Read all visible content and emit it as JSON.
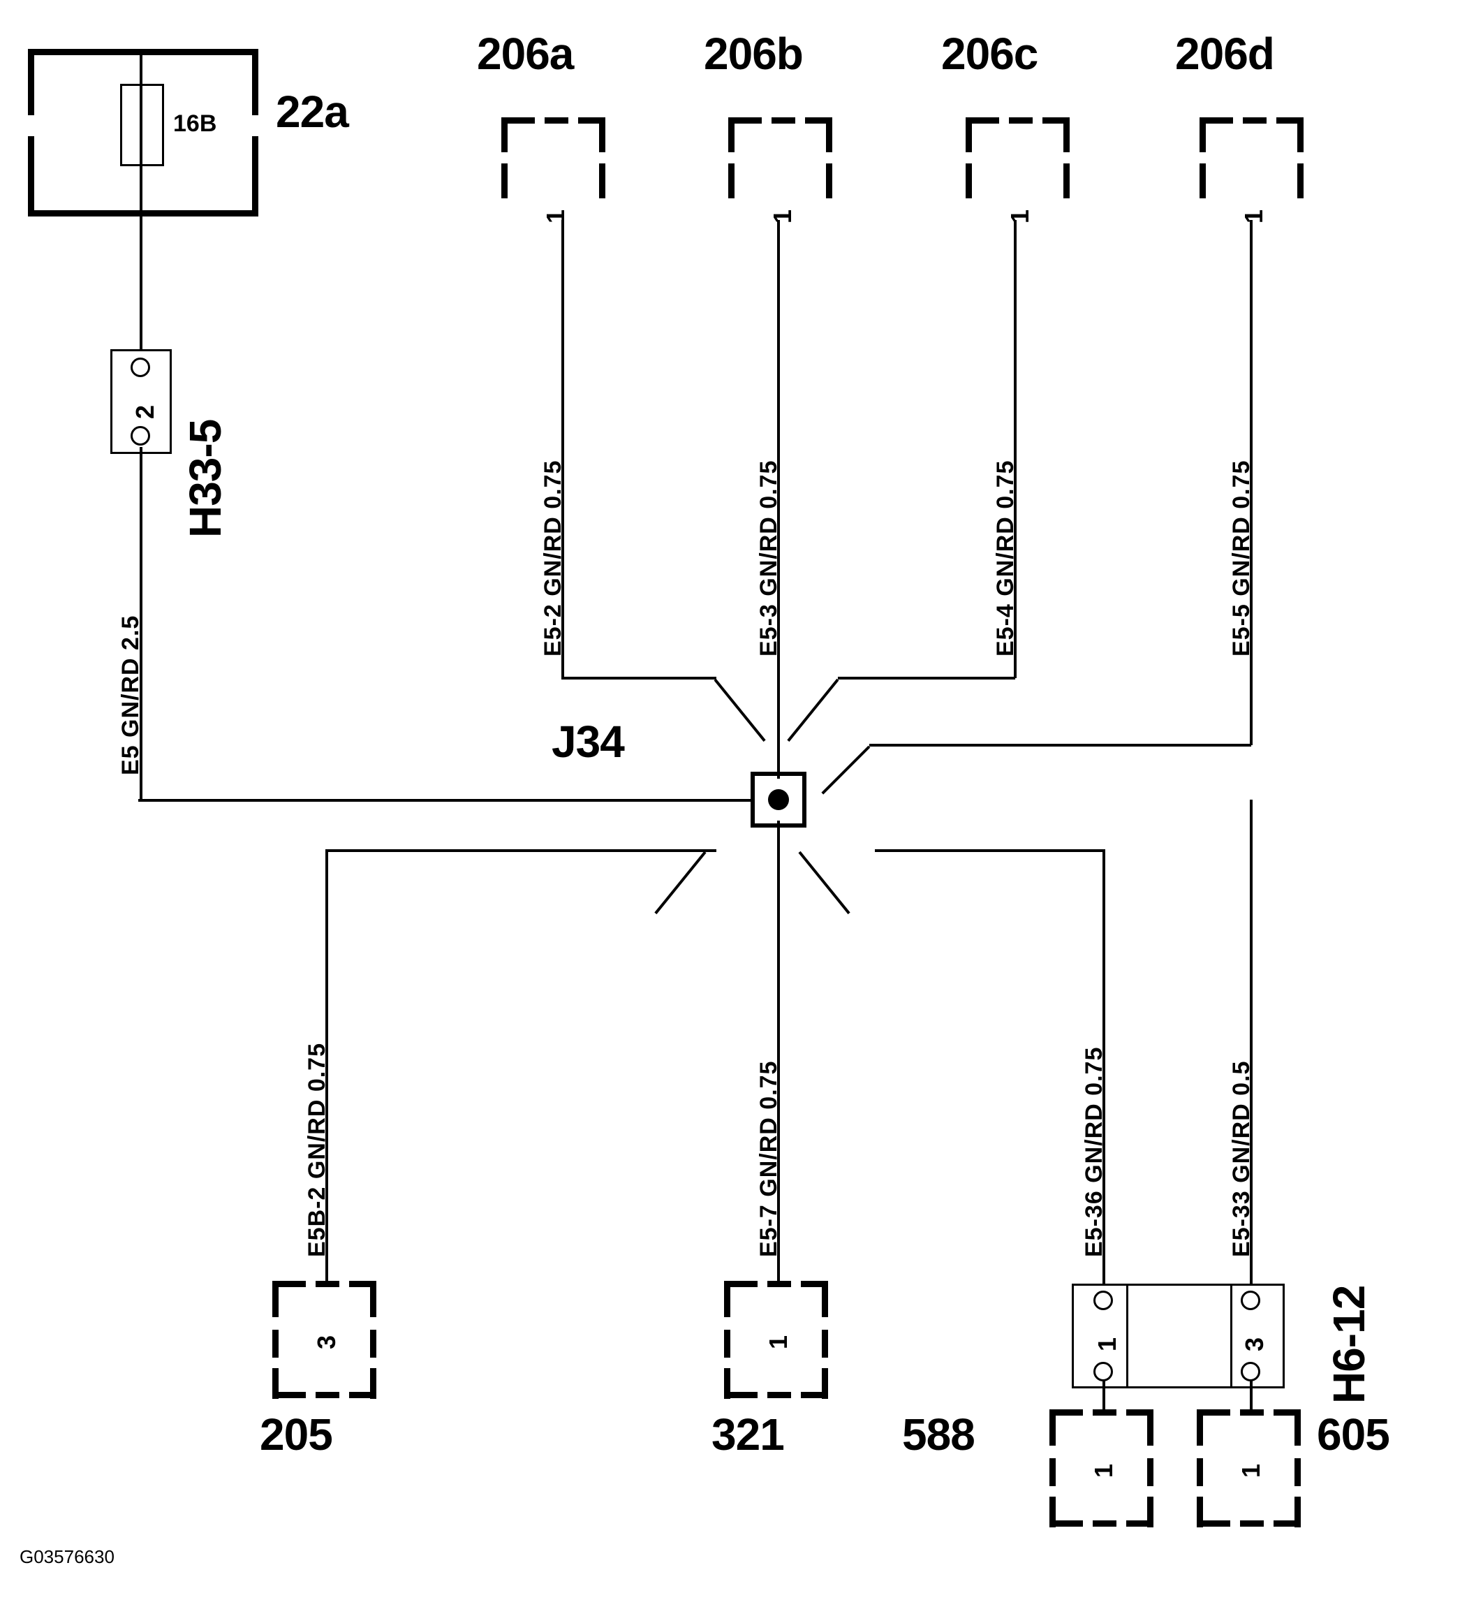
{
  "diagram": {
    "id_code": "G03576630",
    "splice": {
      "name": "J34"
    },
    "fuse_block": {
      "fuse_label": "16B",
      "block_label": "22a"
    },
    "connectors": {
      "h33_5": {
        "label": "H33-5",
        "pin": "2"
      },
      "h6_12": {
        "label": "H6-12",
        "pin_left": "1",
        "pin_right": "3"
      }
    },
    "devices": {
      "top": [
        {
          "name": "206a",
          "pin": "1"
        },
        {
          "name": "206b",
          "pin": "1"
        },
        {
          "name": "206c",
          "pin": "1"
        },
        {
          "name": "206d",
          "pin": "1"
        }
      ],
      "bottom": [
        {
          "name": "205",
          "pin": "3"
        },
        {
          "name": "321",
          "pin": "1"
        },
        {
          "name": "588",
          "pin": "1"
        },
        {
          "name": "605",
          "pin": "1"
        }
      ]
    },
    "wires": {
      "fuse_to_splice": {
        "circuit": "E5",
        "color": "GN/RD",
        "gauge": "2.5",
        "text": "E5  GN/RD  2.5"
      },
      "to_206a": {
        "circuit": "E5-2",
        "color": "GN/RD",
        "gauge": "0.75",
        "text": "E5-2  GN/RD  0.75"
      },
      "to_206b": {
        "circuit": "E5-3",
        "color": "GN/RD",
        "gauge": "0.75",
        "text": "E5-3  GN/RD  0.75"
      },
      "to_206c": {
        "circuit": "E5-4",
        "color": "GN/RD",
        "gauge": "0.75",
        "text": "E5-4  GN/RD  0.75"
      },
      "to_206d": {
        "circuit": "E5-5",
        "color": "GN/RD",
        "gauge": "0.75",
        "text": "E5-5  GN/RD  0.75"
      },
      "to_205": {
        "circuit": "E5B-2",
        "color": "GN/RD",
        "gauge": "0.75",
        "text": "E5B-2  GN/RD  0.75"
      },
      "to_321": {
        "circuit": "E5-7",
        "color": "GN/RD",
        "gauge": "0.75",
        "text": "E5-7  GN/RD  0.75"
      },
      "to_588": {
        "circuit": "E5-36",
        "color": "GN/RD",
        "gauge": "0.75",
        "text": "E5-36  GN/RD  0.75"
      },
      "to_605": {
        "circuit": "E5-33",
        "color": "GN/RD",
        "gauge": "0.5",
        "text": "E5-33  GN/RD  0.5"
      }
    }
  }
}
